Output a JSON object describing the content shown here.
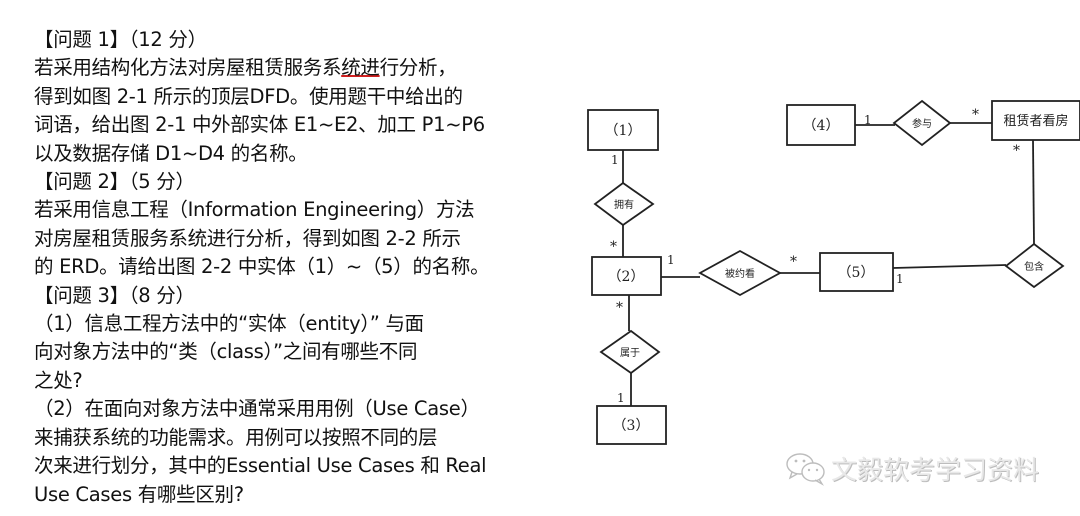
{
  "questions": {
    "q1": {
      "heading": "【问题 1】（12 分）",
      "lines": [
        "若采用结构化方法对房屋租赁服务系",
        "统进",
        "行分析，",
        "得到如图 2-1 所示的顶层DFD。使用题干中给出的",
        "词语，给出图 2-1 中外部实体 E1~E2、加工 P1~P6",
        "以及数据存储 D1~D4 的名称。"
      ]
    },
    "q2": {
      "heading": "【问题 2】（5 分）",
      "lines": [
        "若采用信息工程（Information Engineering）方法",
        "对房屋租赁服务系统进行分析，得到如图 2-2 所示",
        "的 ERD。请给出图 2-2 中实体（1）~（5）的名称。"
      ]
    },
    "q3": {
      "heading": "【问题 3】（8 分）",
      "lines": [
        "（1）信息工程方法中的“实体（entity）” 与面",
        "向对象方法中的“类（class）”之间有哪些不同",
        "之处?",
        "（2）在面向对象方法中通常采用用例（Use Case）",
        "来捕获系统的功能需求。用例可以按照不同的层",
        "次来进行划分，其中的Essential Use Cases 和 Real",
        "Use Cases 有哪些区别?"
      ]
    }
  },
  "erd": {
    "entities": {
      "e1": "（1）",
      "e2": "（2）",
      "e3": "（3）",
      "e4": "（4）",
      "e5": "（5）",
      "e6": "租赁者看房"
    },
    "relationships": {
      "r_own": "拥有",
      "r_booked": "被约看",
      "r_belong": "属于",
      "r_participate": "参与",
      "r_contain": "包含"
    },
    "cardinalities": {
      "e1_own": "1",
      "own_e2": "*",
      "e2_booked": "1",
      "booked_e5": "*",
      "e2_belong": "*",
      "belong_e3": "1",
      "e4_participate": "1",
      "participate_e6": "*",
      "e6_contain": "*",
      "e5_contain": "1"
    }
  },
  "watermark": {
    "icon": "wechat-icon",
    "text": "文毅软考学习资料"
  }
}
